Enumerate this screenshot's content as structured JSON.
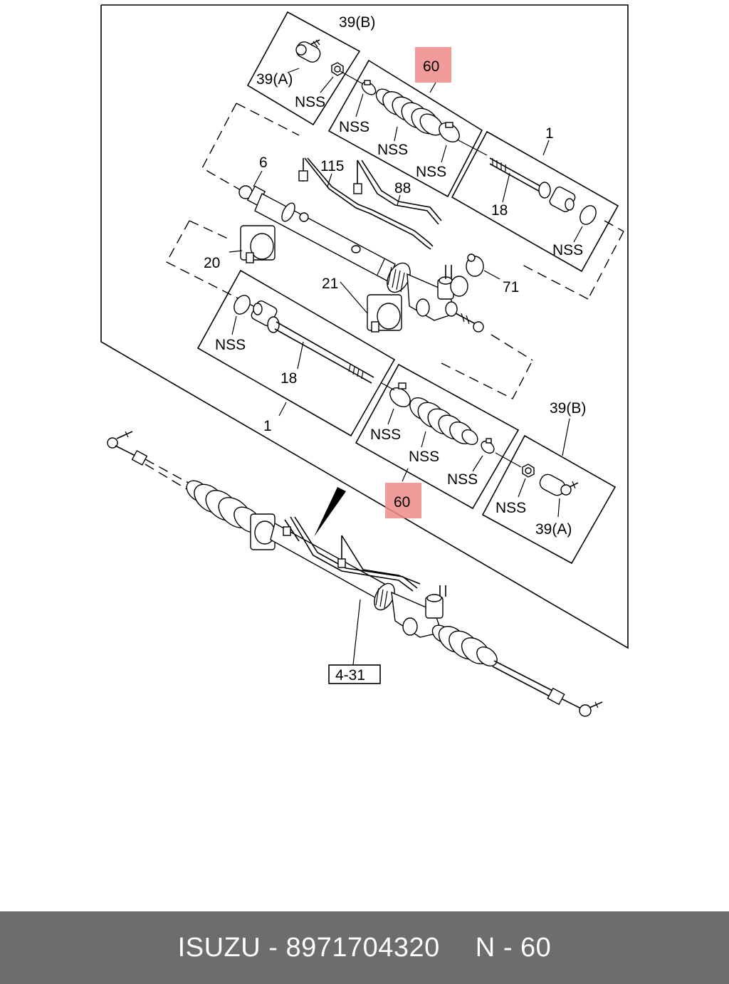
{
  "callouts": {
    "c39b_top": "39(B)",
    "c39a_top": "39(A)",
    "nss_nut_top": "NSS",
    "c60_top": "60",
    "nss_clamp_top_left": "NSS",
    "nss_boot_top": "NSS",
    "nss_clamp_top_right": "NSS",
    "c1_top": "1",
    "c18_top": "18",
    "nss_ring_top": "NSS",
    "c6": "6",
    "c115": "115",
    "c88": "88",
    "c20": "20",
    "c21": "21",
    "c71": "71",
    "nss_ring_bottom": "NSS",
    "c18_bottom": "18",
    "c1_bottom": "1",
    "nss_clamp_bottom_left": "NSS",
    "nss_boot_bottom": "NSS",
    "nss_clamp_bottom_right": "NSS",
    "c60_bottom": "60",
    "c39b_bottom": "39(B)",
    "nss_nut_bottom": "NSS",
    "c39a_bottom": "39(A)",
    "ref_box": "4-31"
  },
  "highlight_color": "#f08a8a",
  "footer": {
    "brand": "ISUZU",
    "sep1": "-",
    "part_number": "8971704320",
    "section": "N",
    "sep2": "-",
    "ref": "60"
  },
  "footer_bg": "#6d6d6d"
}
